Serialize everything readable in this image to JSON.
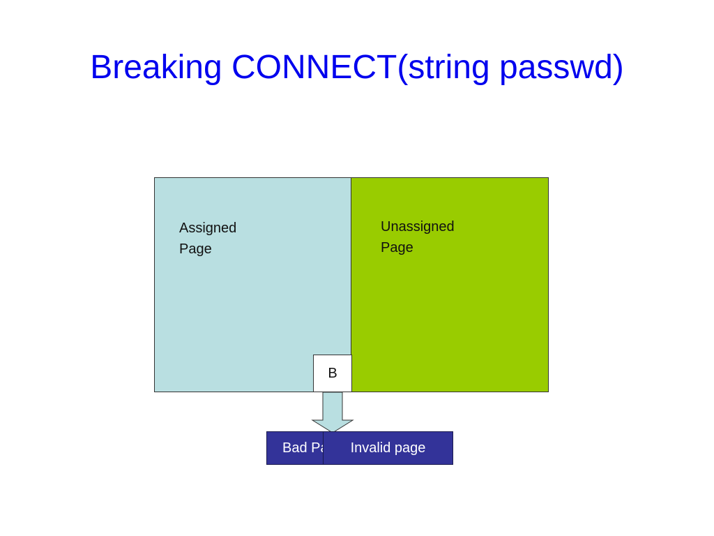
{
  "title": "Breaking CONNECT(string passwd)",
  "diagram": {
    "assigned_label": "Assigned\nPage",
    "unassigned_label": "Unassigned\nPage",
    "marker_label": "B",
    "bad_page_label": "Bad Page",
    "invalid_page_label": "Invalid page"
  },
  "colors": {
    "title": "#0000ee",
    "assigned_fill": "#b9dfe1",
    "unassigned_fill": "#99cc00",
    "page_box_fill": "#333399"
  }
}
